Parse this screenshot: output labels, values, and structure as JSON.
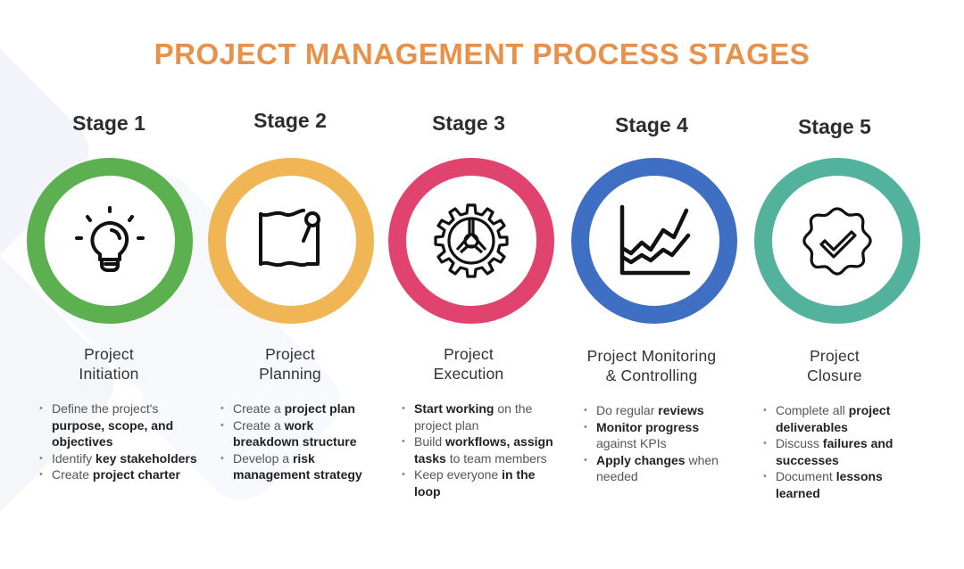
{
  "title": "PROJECT MANAGEMENT PROCESS STAGES",
  "colors": {
    "title": "#e8914a",
    "stage1": "#5cb04f",
    "stage2": "#f0b655",
    "stage3": "#e1436f",
    "stage4": "#3f6fc2",
    "stage5": "#52b29c"
  },
  "stages": [
    {
      "label": "Stage 1",
      "name_line1": "Project",
      "name_line2": "Initiation",
      "icon": "lightbulb-icon",
      "bullets": [
        {
          "pre": "Define the project's ",
          "bold": "purpose, scope, and objectives",
          "post": ""
        },
        {
          "pre": "Identify ",
          "bold": "key stakeholders",
          "post": ""
        },
        {
          "pre": "Create ",
          "bold": "project charter",
          "post": ""
        }
      ]
    },
    {
      "label": "Stage 2",
      "name_line1": "Project",
      "name_line2": "Planning",
      "icon": "map-pin-icon",
      "bullets": [
        {
          "pre": "Create a ",
          "bold": "project plan",
          "post": ""
        },
        {
          "pre": "Create a ",
          "bold": "work breakdown structure",
          "post": ""
        },
        {
          "pre": "Develop a ",
          "bold": "risk management strategy",
          "post": ""
        }
      ]
    },
    {
      "label": "Stage 3",
      "name_line1": "Project",
      "name_line2": "Execution",
      "icon": "gear-icon",
      "bullets": [
        {
          "pre": "",
          "bold": "Start working",
          "post": " on the project plan"
        },
        {
          "pre": "Build ",
          "bold": "workflows, assign tasks",
          "post": " to team members"
        },
        {
          "pre": "Keep everyone ",
          "bold": "in the loop",
          "post": ""
        }
      ]
    },
    {
      "label": "Stage 4",
      "name_line1": "Project Monitoring",
      "name_line2": "& Controlling",
      "icon": "line-chart-icon",
      "bullets": [
        {
          "pre": "Do regular ",
          "bold": "reviews",
          "post": ""
        },
        {
          "pre": "",
          "bold": "Monitor progress",
          "post": " against KPIs"
        },
        {
          "pre": "",
          "bold": "Apply changes",
          "post": " when needed"
        }
      ]
    },
    {
      "label": "Stage 5",
      "name_line1": "Project",
      "name_line2": "Closure",
      "icon": "verified-badge-icon",
      "bullets": [
        {
          "pre": "Complete all ",
          "bold": "project deliverables",
          "post": ""
        },
        {
          "pre": "Discuss ",
          "bold": "failures and successes",
          "post": ""
        },
        {
          "pre": "Document ",
          "bold": "lessons learned",
          "post": ""
        }
      ]
    }
  ]
}
